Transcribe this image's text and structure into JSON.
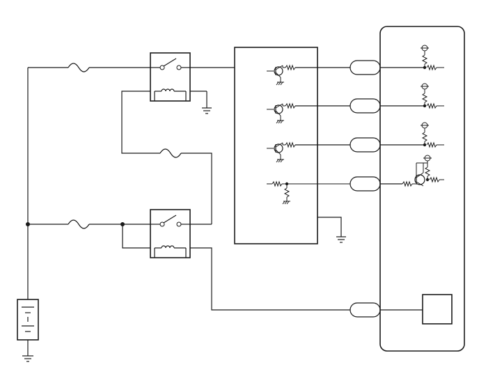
{
  "diagram": {
    "type": "electrical-wiring-schematic",
    "labels": [],
    "components": {
      "fuses": [
        "fuse",
        "fuse",
        "fuse"
      ],
      "relays": [
        "relay",
        "relay"
      ],
      "connectors": [
        "connector",
        "connector",
        "connector",
        "connector",
        "connector"
      ],
      "ground_points": 4,
      "battery": "battery"
    },
    "colors": {
      "line": "#1a1a1a",
      "background": "#ffffff"
    }
  }
}
